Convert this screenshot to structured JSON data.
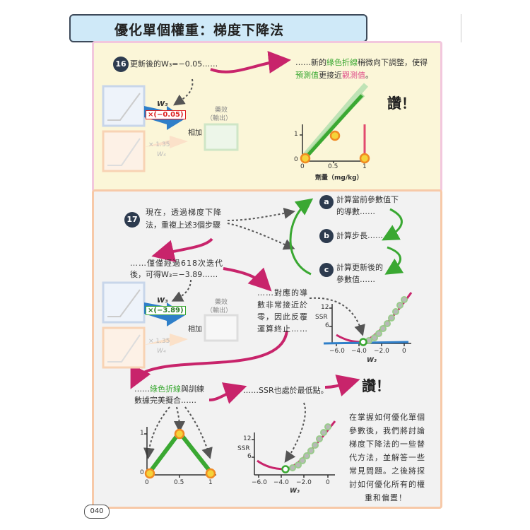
{
  "header": {
    "title": "優化單個權重：梯度下降法"
  },
  "step16": {
    "number": "16",
    "left_text": "更新後的W₃=−0.05……",
    "right_line1_a": "……新的",
    "right_line1_green": "綠色折線",
    "right_line1_b": "稍微向下調整，使得",
    "right_line2_green": "預測值",
    "right_line2_a": "更接近",
    "right_line2_pink": "觀測值",
    "right_line2_b": "。",
    "exclaim": "讚！",
    "w3_label": "W₃",
    "w3_value": "×(−0.05)",
    "w4_label": "W₄",
    "w4_value": "× 1.35",
    "sum_label": "相加",
    "output_label_1": "藥效",
    "output_label_2": "（輸出）",
    "chart": {
      "xlabel": "劑量（mg/kg）",
      "ytick_1": "1",
      "ytick_0": "0",
      "xtick_0": "0",
      "xtick_05": "0.5",
      "xtick_1": "1"
    }
  },
  "step17": {
    "number": "17",
    "intro_1": "現在，透過梯度下降",
    "intro_2": "法，重複上述3個步驟",
    "loop": [
      {
        "badge": "a",
        "line1": "計算當前參數值下",
        "line2": "的導數……"
      },
      {
        "badge": "b",
        "line1": "計算步長……",
        "line2": ""
      },
      {
        "badge": "c",
        "line1": "計算更新後的",
        "line2": "參數值……"
      }
    ],
    "after_1": "……僅僅經過618次迭代",
    "after_2": "後，可得W₃=−3.89……",
    "w3_label": "W₃",
    "w3_value": "×(−3.89)",
    "w4_label": "W₄",
    "w4_value": "× 1.35",
    "sum_label": "相加",
    "output_label_1": "藥效",
    "output_label_2": "（輸出）",
    "deriv_1": "……對應的導",
    "deriv_2": "數非常接近於",
    "deriv_3": "零，因此反覆",
    "deriv_4": "運算終止……",
    "ssr_chart": {
      "ylabel": "SSR",
      "ytick_12": "12",
      "ytick_6": "6",
      "xticks": [
        "−6.0",
        "−4.0",
        "−2.0",
        "0"
      ],
      "xlabel": "W₃"
    },
    "fit_1a": "……",
    "fit_1_green": "綠色折線",
    "fit_1b": "與訓練",
    "fit_2": "數據完美擬合……",
    "ssr_min": "……SSR也處於最低點。",
    "exclaim": "讚！",
    "fit_chart": {
      "ytick_1": "1",
      "ytick_0": "0",
      "xticks": [
        "0",
        "0.5",
        "1"
      ]
    },
    "closing": [
      "在掌握如何優化單個",
      "參數後，我們將討論",
      "梯度下降法的一些替",
      "代方法，並解答一些",
      "常見問題。之後將探",
      "討如何優化所有的權",
      "重和偏置！"
    ]
  },
  "page": {
    "number": "040"
  },
  "colors": {
    "green": "#3aa832",
    "pink": "#c8246b",
    "blue": "#2f7fc9",
    "orange": "#f5a623"
  }
}
